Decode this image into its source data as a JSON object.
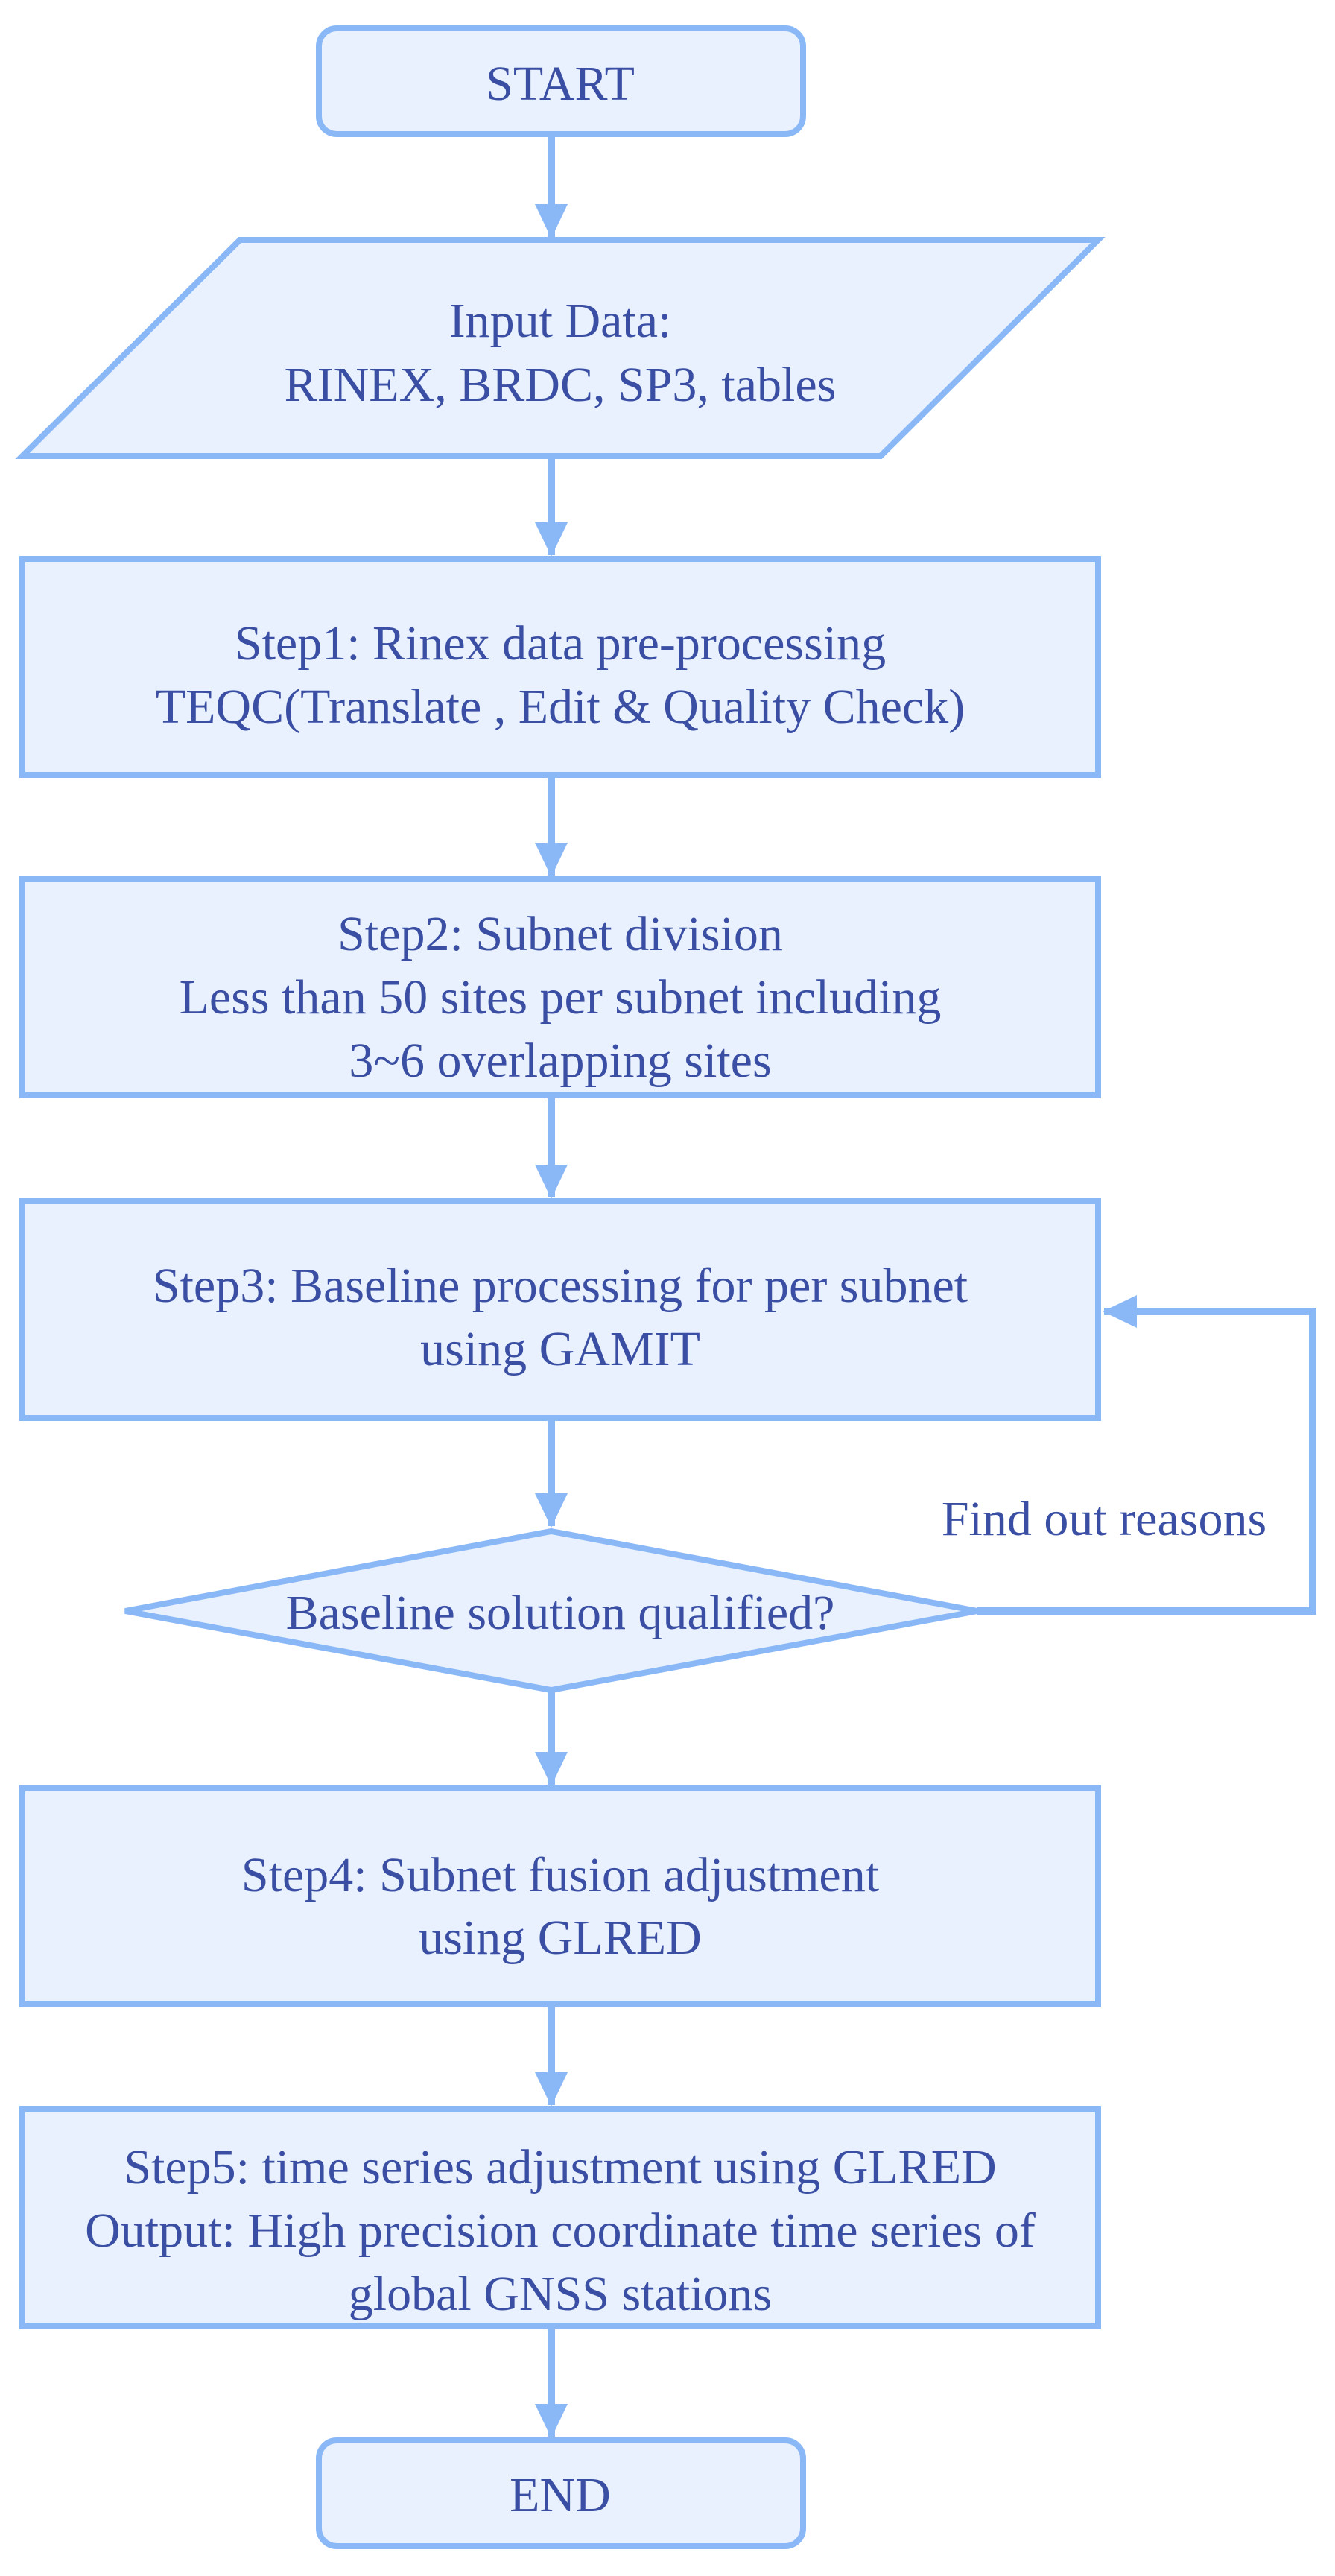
{
  "colors": {
    "stroke": "#8ab8f7",
    "fill": "#e8f1fd",
    "text": "#3a4fa3"
  },
  "nodes": {
    "start": {
      "lines": [
        "START"
      ]
    },
    "input": {
      "lines": [
        "Input Data:",
        "RINEX, BRDC, SP3, tables"
      ]
    },
    "step1": {
      "lines": [
        "Step1: Rinex data pre-processing",
        "TEQC(Translate , Edit & Quality Check)"
      ]
    },
    "step2": {
      "lines": [
        "Step2: Subnet division",
        "Less than 50 sites per subnet including",
        "3~6 overlapping sites"
      ]
    },
    "step3": {
      "lines": [
        "Step3: Baseline processing for per subnet",
        "using GAMIT"
      ]
    },
    "decision": {
      "lines": [
        "Baseline solution qualified?"
      ]
    },
    "step4": {
      "lines": [
        "Step4: Subnet fusion adjustment",
        "using GLRED"
      ]
    },
    "step5": {
      "lines": [
        "Step5:  time series adjustment using GLRED",
        "Output: High precision coordinate time series of",
        "global GNSS stations"
      ]
    },
    "end": {
      "lines": [
        "END"
      ]
    }
  },
  "edges": {
    "loop_label": "Find out reasons"
  }
}
